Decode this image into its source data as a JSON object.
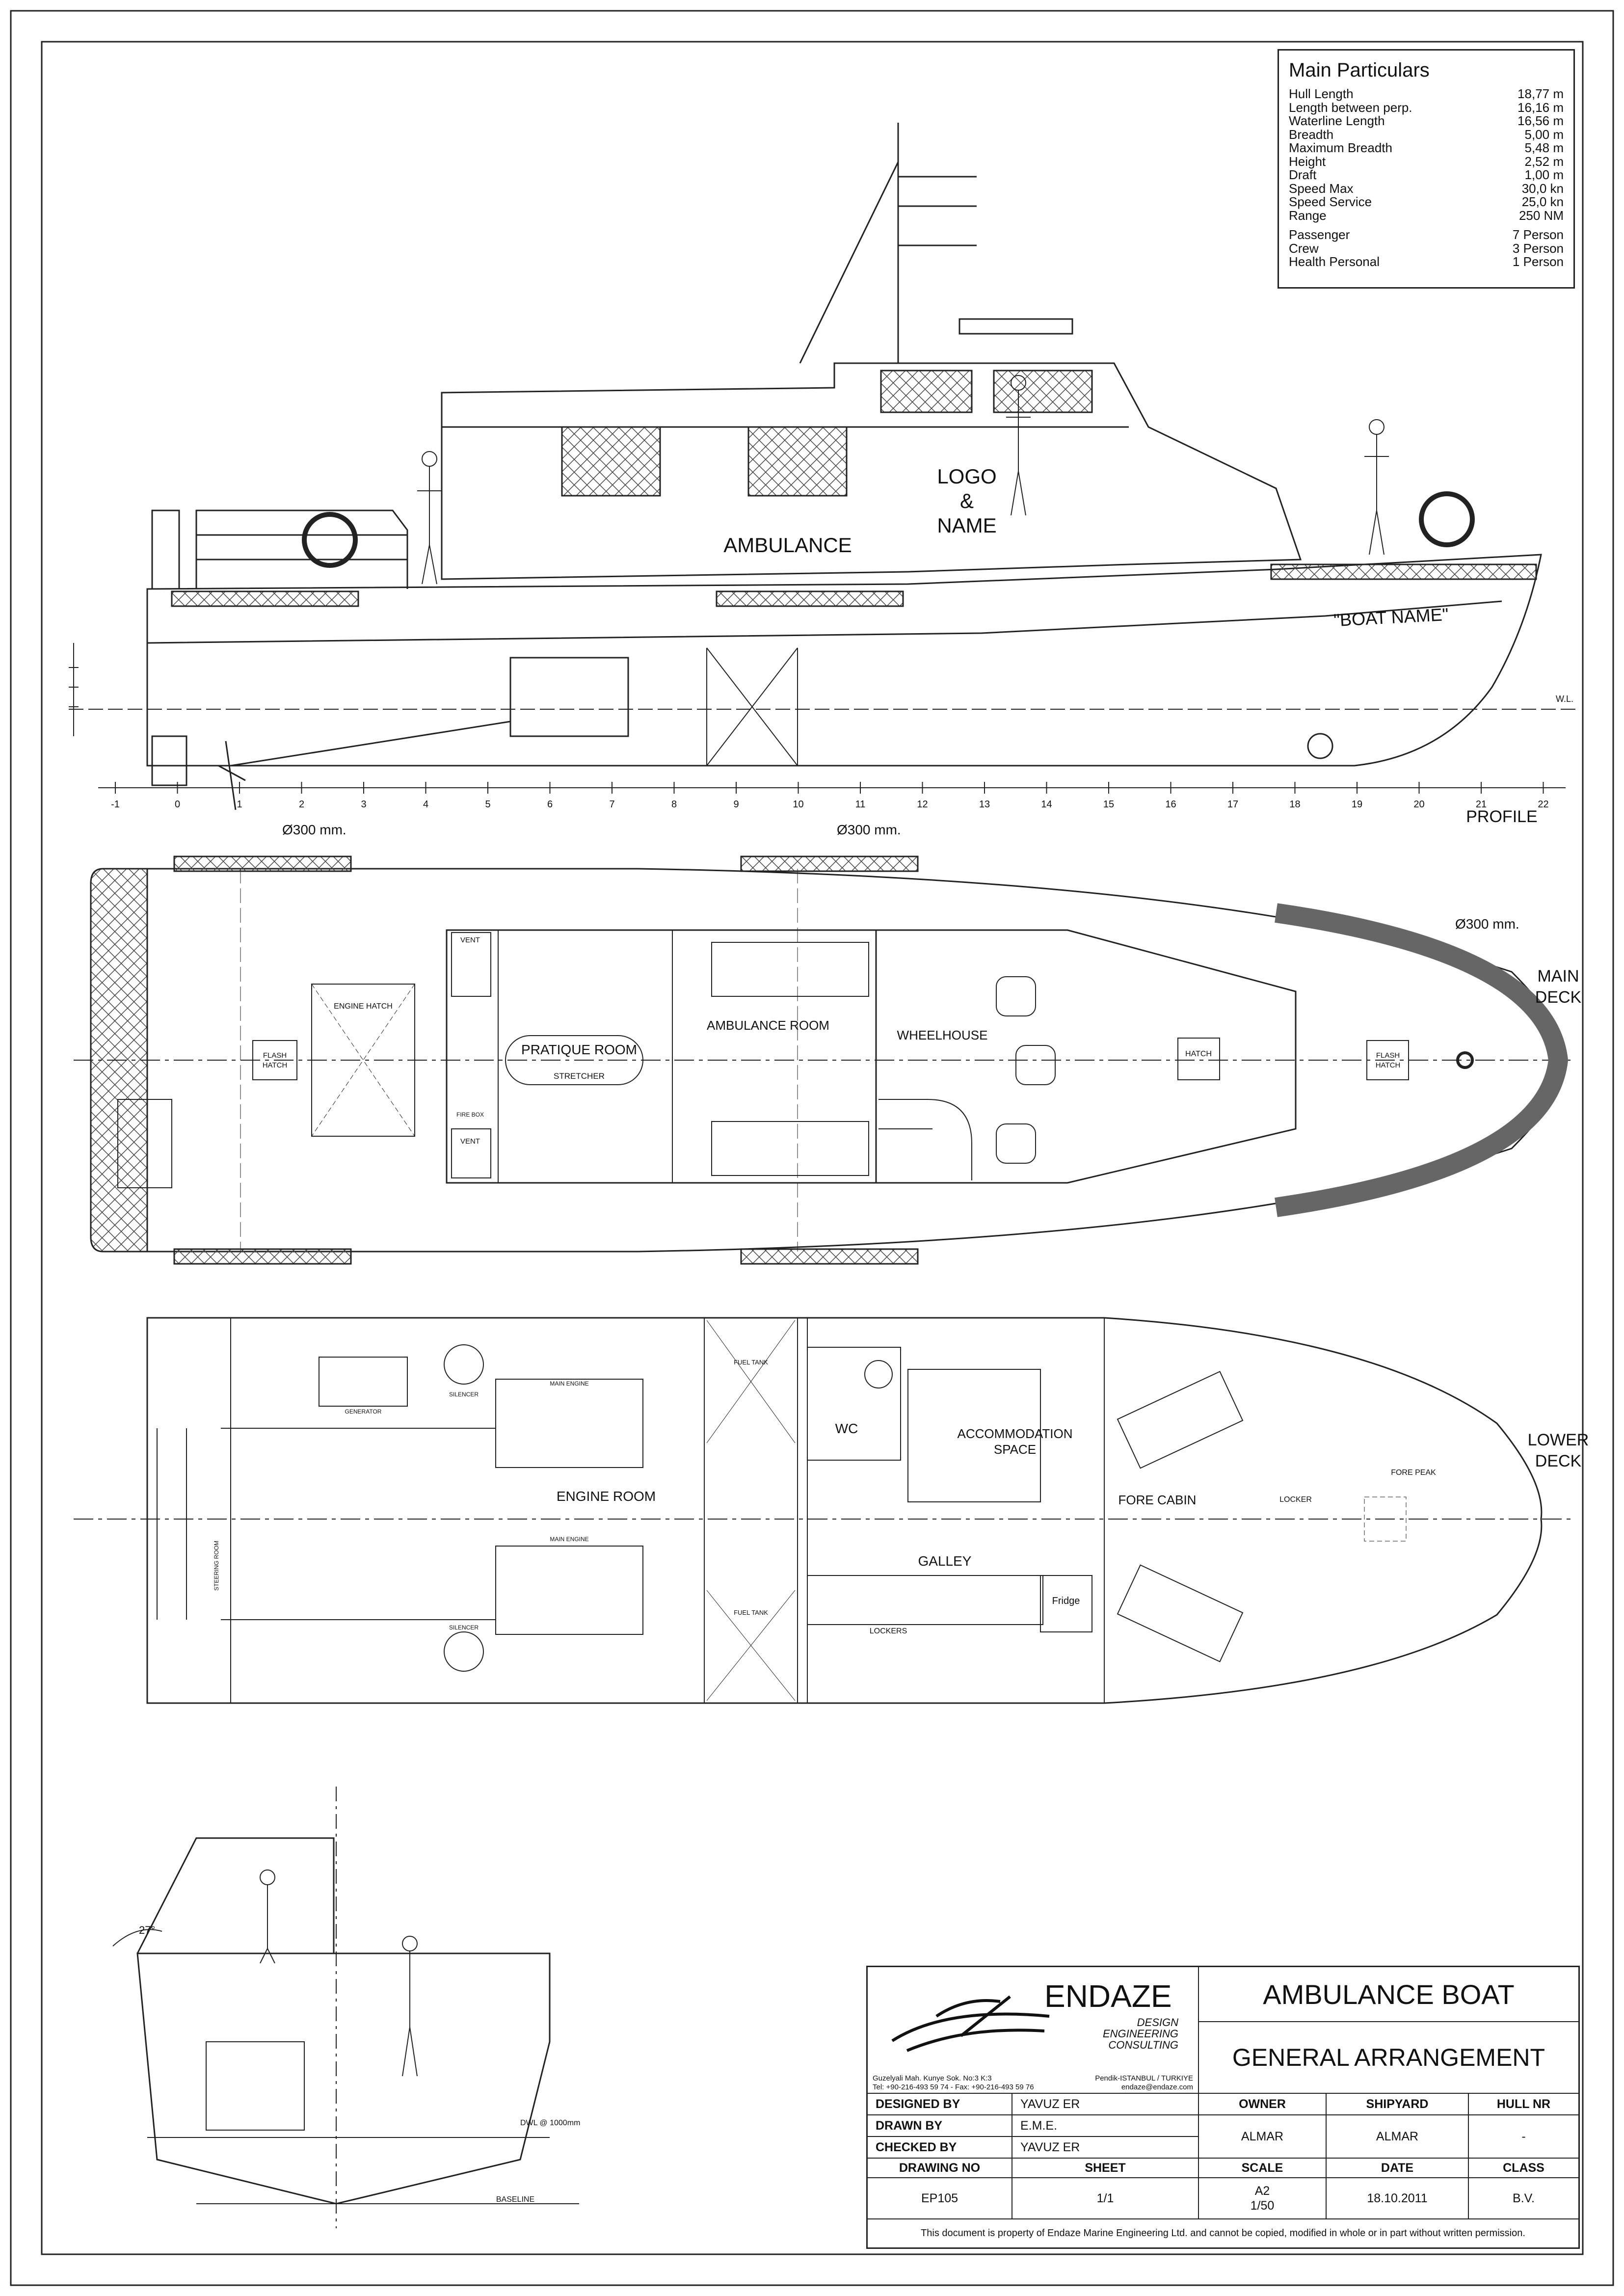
{
  "particulars": {
    "title": "Main Particulars",
    "rows": [
      {
        "label": "Hull Length",
        "value": "18,77 m"
      },
      {
        "label": "Length between perp.",
        "value": "16,16 m"
      },
      {
        "label": "Waterline Length",
        "value": "16,56 m"
      },
      {
        "label": "Breadth",
        "value": "5,00 m"
      },
      {
        "label": "Maximum Breadth",
        "value": "5,48 m"
      },
      {
        "label": "Height",
        "value": "2,52 m"
      },
      {
        "label": "Draft",
        "value": "1,00 m"
      },
      {
        "label": "Speed Max",
        "value": "30,0 kn"
      },
      {
        "label": "Speed Service",
        "value": "25,0 kn"
      },
      {
        "label": "Range",
        "value": "250 NM"
      }
    ],
    "people": [
      {
        "label": "Passenger",
        "value": "7 Person"
      },
      {
        "label": "Crew",
        "value": "3 Person"
      },
      {
        "label": "Health Personal",
        "value": "1 Person"
      }
    ]
  },
  "profile": {
    "view_label": "PROFILE",
    "logo_line1": "LOGO",
    "logo_line2": "&",
    "logo_line3": "NAME",
    "side_text": "AMBULANCE",
    "boat_name": "\"BOAT NAME\"",
    "wl_label": "W.L.",
    "frames": [
      "-1",
      "0",
      "1",
      "2",
      "3",
      "4",
      "5",
      "6",
      "7",
      "8",
      "9",
      "10",
      "11",
      "12",
      "13",
      "14",
      "15",
      "16",
      "17",
      "18",
      "19",
      "20",
      "21",
      "22"
    ]
  },
  "main_deck": {
    "view_label_1": "MAIN",
    "view_label_2": "DECK",
    "fender_1": "Ø300 mm.",
    "fender_2": "Ø300 mm.",
    "fender_3": "Ø300 mm.",
    "engine_hatch": "ENGINE HATCH",
    "flash_hatch_1": "FLASH",
    "flash_hatch_2": "HATCH",
    "pratique_room": "PRATIQUE ROOM",
    "stretcher": "STRETCHER",
    "ambulance_room": "AMBULANCE ROOM",
    "wheelhouse": "WHEELHOUSE",
    "hatch": "HATCH",
    "vent": "VENT",
    "fire_box": "FIRE BOX"
  },
  "lower_deck": {
    "view_label_1": "LOWER",
    "view_label_2": "DECK",
    "engine_room": "ENGINE ROOM",
    "wc": "WC",
    "accommodation_1": "ACCOMMODATION",
    "accommodation_2": "SPACE",
    "galley": "GALLEY",
    "fore_cabin": "FORE CABIN",
    "locker": "LOCKER",
    "lockers": "LOCKERS",
    "fore_peak": "FORE PEAK",
    "fridge": "Fridge",
    "fuel_tank": "FUEL TANK",
    "main_engine": "MAIN ENGINE",
    "generator": "GENERATOR",
    "silencer": "SILENCER",
    "steering_room": "STEERING ROOM"
  },
  "section": {
    "angle": "27°",
    "dwl": "DWL @ 1000mm",
    "baseline": "BASELINE"
  },
  "title_block": {
    "company": "ENDAZE",
    "tag1": "DESIGN",
    "tag2": "ENGINEERING",
    "tag3": "CONSULTING",
    "address": "Guzelyali Mah. Kunye Sok. No:3 K:3",
    "city": "Pendik-ISTANBUL / TURKIYE",
    "phone": "Tel: +90-216-493 59 74 - Fax: +90-216-493 59 76",
    "email": "endaze@endaze.com",
    "project": "AMBULANCE BOAT",
    "drawing_title": "GENERAL ARRANGEMENT",
    "designed_by_label": "DESIGNED BY",
    "designed_by": "YAVUZ ER",
    "drawn_by_label": "DRAWN BY",
    "drawn_by": "E.M.E.",
    "checked_by_label": "CHECKED BY",
    "checked_by": "YAVUZ ER",
    "owner_label": "OWNER",
    "owner": "ALMAR",
    "shipyard_label": "SHIPYARD",
    "shipyard": "ALMAR",
    "hull_nr_label": "HULL NR",
    "hull_nr": "-",
    "drawing_no_label": "DRAWING NO",
    "drawing_no": "EP105",
    "sheet_label": "SHEET",
    "sheet": "1/1",
    "scale_label": "SCALE",
    "scale_size": "A2",
    "scale": "1/50",
    "date_label": "DATE",
    "date": "18.10.2011",
    "class_label": "CLASS",
    "class": "B.V.",
    "disclaimer": "This document is property of  Endaze Marine Engineering Ltd. and cannot be copied, modified in whole or in part without written permission."
  }
}
